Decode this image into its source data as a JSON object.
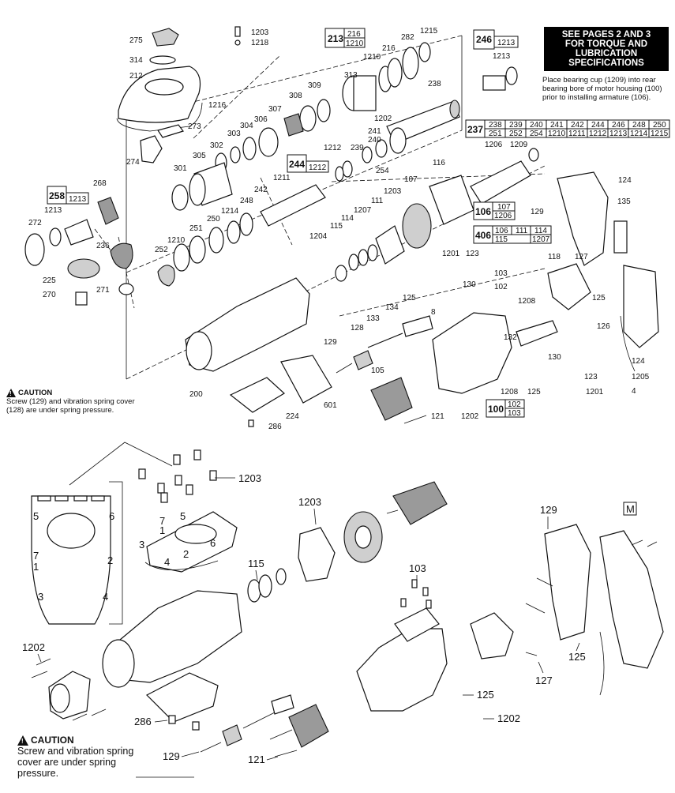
{
  "spec_box": {
    "line1": "SEE PAGES 2 AND 3",
    "line2": "FOR TORQUE AND",
    "line3": "LUBRICATION",
    "line4": "SPECIFICATIONS"
  },
  "spec_note": "Place bearing cup (1209) into rear bearing bore of motor housing (100) prior to installing armature (106).",
  "caution_top": {
    "heading": "CAUTION",
    "text": "Screw (129) and vibration spring cover (128) are under spring pressure."
  },
  "caution_bottom": {
    "heading": "CAUTION",
    "text": "Screw and vibration spring cover are under spring pressure."
  },
  "boxes": {
    "b213": {
      "main": "213",
      "top": "216",
      "bottom": "1210"
    },
    "b246": {
      "main": "246",
      "side": "1213"
    },
    "b244": {
      "main": "244",
      "side": "1212"
    },
    "b258": {
      "main": "258",
      "side": "1213"
    },
    "b106": {
      "main": "106",
      "top": "107",
      "bottom": "1206"
    },
    "b406": {
      "main": "406",
      "top": [
        "106",
        "111",
        "114"
      ],
      "bottom": [
        "115",
        "1207"
      ]
    },
    "b100": {
      "main": "100",
      "top": "102",
      "bottom": "103"
    },
    "b237": {
      "main": "237",
      "top": [
        "238",
        "239",
        "240",
        "241",
        "242",
        "244",
        "246",
        "248",
        "250"
      ],
      "bottom": [
        "251",
        "252",
        "254",
        "1210",
        "1211",
        "1212",
        "1213",
        "1214",
        "1215"
      ]
    }
  },
  "top_labels": {
    "p275": "275",
    "p314": "314",
    "p212": "212",
    "p1216": "1216",
    "p273": "273",
    "p274": "274",
    "p1203a": "1203",
    "p1218": "1218",
    "p313": "313",
    "p1210a": "1210",
    "p216": "216",
    "p282": "282",
    "p1215": "1215",
    "p1213a": "1213",
    "p238": "238",
    "p309": "309",
    "p308": "308",
    "p307": "307",
    "p306": "306",
    "p304": "304",
    "p303": "303",
    "p302": "302",
    "p305": "305",
    "p301": "301",
    "p1202a": "1202",
    "p241": "241",
    "p240": "240",
    "p239": "239",
    "p1212": "1212",
    "p254": "254",
    "p1206": "1206",
    "p1209": "1209",
    "p116": "116",
    "p124a": "124",
    "p268": "268",
    "p1213b": "1213",
    "p272": "272",
    "p1211": "1211",
    "p242": "242",
    "p248": "248",
    "p1214": "1214",
    "p250": "250",
    "p251": "251",
    "p1210b": "1210",
    "p252": "252",
    "p236": "236",
    "p225": "225",
    "p271": "271",
    "p270": "270",
    "p1203b": "1203",
    "p107": "107",
    "p111": "111",
    "p1207": "1207",
    "p114": "114",
    "p115": "115",
    "p1204": "1204",
    "p129a": "129",
    "p135": "135",
    "p127a": "127",
    "p118": "118",
    "p1201a": "1201",
    "p123a": "123",
    "p103a": "103",
    "p125a": "125",
    "p130a": "130",
    "p102": "102",
    "p1208a": "1208",
    "p125b": "125",
    "p126": "126",
    "p134": "134",
    "p8": "8",
    "p128": "128",
    "p133": "133",
    "p132": "132",
    "p129b": "129",
    "p130b": "130",
    "p123b": "123",
    "p124b": "124",
    "p1205": "1205",
    "p4": "4",
    "p105": "105",
    "p125c": "125",
    "p1201b": "1201",
    "p1208b": "1208",
    "p121a": "121",
    "p1202b": "1202",
    "p200": "200",
    "p224": "224",
    "p601": "601",
    "p286a": "286"
  },
  "bottom_labels": {
    "q1203a": "1203",
    "q1203b": "1203",
    "q115": "115",
    "q103": "103",
    "q129": "129",
    "qM": "M",
    "q1202a": "1202",
    "q286": "286",
    "q129b": "129",
    "q121": "121",
    "q125a": "125",
    "q1202b": "1202",
    "q125b": "125",
    "q127": "127",
    "n5a": "5",
    "n6a": "6",
    "n7a": "7",
    "n1a": "1",
    "n2a": "2",
    "n3a": "3",
    "n4a": "4",
    "n7b": "7",
    "n1b": "1",
    "n5b": "5",
    "n3b": "3",
    "n4b": "4",
    "n2b": "2",
    "n6b": "6"
  }
}
